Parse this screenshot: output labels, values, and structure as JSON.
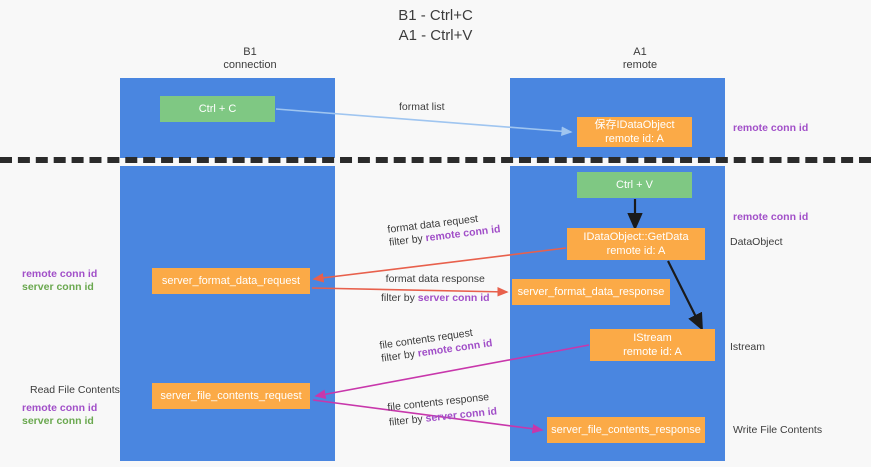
{
  "title": "B1 - Ctrl+C\nA1 - Ctrl+V",
  "columns": {
    "left": {
      "name": "B1",
      "role": "connection"
    },
    "right": {
      "name": "A1",
      "role": "remote"
    }
  },
  "colors": {
    "lane": "#4a86e0",
    "green_node": "#7fc883",
    "orange_node": "#fbaa47",
    "purple_text": "#a14fc8",
    "green_text": "#6aa84f",
    "arrow_blue": "#9fc5f0",
    "arrow_red": "#e8604c",
    "arrow_magenta": "#c837ab",
    "arrow_black": "#1a1a1a",
    "divider": "#2b2b2b",
    "background": "#f8f8f8"
  },
  "nodes": {
    "ctrl_c": "Ctrl + C",
    "idataobject": "保存IDataObject\nremote id: A",
    "ctrl_v": "Ctrl + V",
    "getdata": "IDataObject::GetData\nremote id: A",
    "server_format_data_request": "server_format_data_request",
    "server_format_data_response": "server_format_data_response",
    "istream": "IStream\nremote id: A",
    "server_file_contents_request": "server_file_contents_request",
    "server_file_contents_response": "server_file_contents_response"
  },
  "edge_labels": {
    "format_list": "format list",
    "format_data_request": "format data request",
    "format_data_request_filter_prefix": "filter by ",
    "format_data_request_filter_key": "remote conn id",
    "format_data_response": "format data response",
    "format_data_response_filter_prefix": "filter by ",
    "format_data_response_filter_key": "server conn id",
    "file_contents_request": "file contents request",
    "file_contents_request_filter_prefix": "filter by ",
    "file_contents_request_filter_key": "remote conn id",
    "file_contents_response": "file contents response",
    "file_contents_response_filter_prefix": "filter by ",
    "file_contents_response_filter_key": "server conn id"
  },
  "right_annotations": {
    "remote_conn_id_top": "remote conn id",
    "remote_conn_id_mid": "remote conn id",
    "dataobject": "DataObject",
    "istream": "Istream",
    "write_file_contents": "Write File Contents"
  },
  "left_annotations": {
    "mid_remote": "remote conn id",
    "mid_server": "server conn id",
    "read_file_contents": "Read File Contents",
    "bot_remote": "remote conn id",
    "bot_server": "server conn id"
  }
}
